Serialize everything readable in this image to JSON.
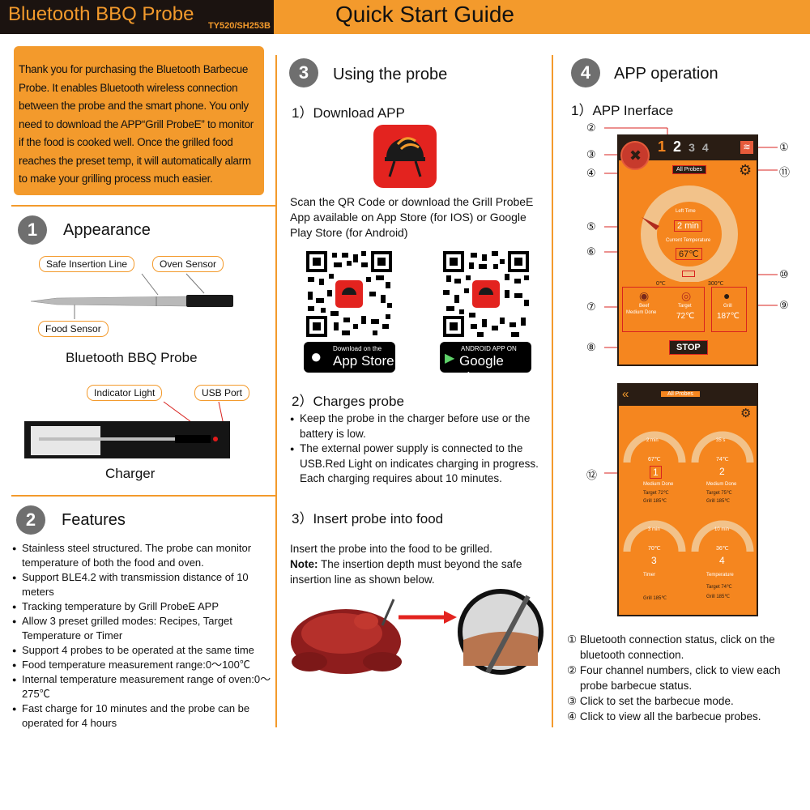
{
  "header": {
    "brand": "Bluetooth BBQ Probe",
    "model": "TY520/SH253B",
    "guide_title": "Quick Start Guide"
  },
  "intro": {
    "lines": [
      "Thank you for purchasing the Bluetooth Barbecue",
      "Probe. It enables Bluetooth wireless connection",
      "between the probe and the smart phone. You only",
      "need to download the APP“Grill ProbeE” to monitor",
      "if the food is cooked well. Once the grilled food",
      "reaches the preset temp, it will automatically alarm",
      "to make your grilling process much easier."
    ]
  },
  "appearance": {
    "num": "1",
    "title": "Appearance",
    "callout_safe": "Safe Insertion Line",
    "callout_oven": "Oven Sensor",
    "callout_food": "Food Sensor",
    "probe_caption": "Bluetooth BBQ Probe",
    "callout_light": "Indicator Light",
    "callout_usb": "USB Port",
    "charger_caption": "Charger"
  },
  "features": {
    "num": "2",
    "title": "Features",
    "items": [
      "Stainless steel structured. The probe can monitor temperature of both the food and oven.",
      "Support BLE4.2 with transmission distance of 10 meters",
      "Tracking temperature by Grill ProbeE APP",
      "Allow 3 preset grilled modes: Recipes, Target Temperature or Timer",
      "Support 4 probes to be operated at the same time",
      "Food temperature measurement range:0～100℃",
      "Internal temperature measurement range of oven:0～275℃",
      "Fast charge for 10 minutes and the probe can be operated for 4 hours"
    ]
  },
  "using": {
    "num": "3",
    "title": "Using the probe",
    "download_title": "1）Download APP",
    "download_text_lines": [
      "Scan the QR Code or download the Grill ProbeE",
      "App available on App Store (for IOS) or Google",
      "Play Store (for Android)"
    ],
    "appstore_small": "Download on the",
    "appstore_big": "App Store",
    "google_small": "ANDROID APP ON",
    "google_big": "Google play",
    "charges_title": "2）Charges probe",
    "charges_items": [
      "Keep the probe in the charger before use or the battery is low.",
      "The external power supply is connected to the USB.Red Light on indicates charging in progress. Each charging requires about 10 minutes."
    ],
    "insert_title": "3）Insert probe into food",
    "insert_line1": "Insert the probe into the food to be grilled.",
    "insert_note_label": "Note:",
    "insert_note_text": " The insertion depth must beyond the safe",
    "insert_line3": "insertion line as shown below."
  },
  "app": {
    "num": "4",
    "title": "APP  operation",
    "interface_title": "1）APP Inerface",
    "screen1": {
      "channels": [
        "1",
        "2",
        "3",
        "4"
      ],
      "all_probes": "All Probes",
      "left_time_label": "Left Time",
      "left_time_value": "2 min",
      "current_temp_label": "Current Temperature",
      "current_temp_value": "67℃",
      "scale_min": "0℃",
      "scale_max": "300℃",
      "beef_label": "Beef",
      "beef_sub": "Medium Done",
      "target_label": "Target",
      "target_value": "72℃",
      "grill_label": "Grill",
      "grill_value": "187℃",
      "stop_label": "STOP"
    },
    "screen2": {
      "header_label": "All Probes",
      "cards": [
        {
          "time": "2 min",
          "temp": "67℃",
          "num": "1",
          "mode": "Medium Done",
          "target": "Target 72℃",
          "grill": "Grill 185℃"
        },
        {
          "time": "35 s",
          "temp": "74℃",
          "num": "2",
          "mode": "Medium Done",
          "target": "Target 75℃",
          "grill": "Grill 185℃"
        },
        {
          "time": "3 min",
          "temp": "70℃",
          "num": "3",
          "mode": "Timer",
          "target": "",
          "grill": "Grill 185℃"
        },
        {
          "time": "10 min",
          "temp": "36℃",
          "num": "4",
          "mode": "Temperature",
          "target": "Target 74℃",
          "grill": "Grill 185℃"
        }
      ]
    },
    "markers": [
      "①",
      "②",
      "③",
      "④",
      "⑤",
      "⑥",
      "⑦",
      "⑧",
      "⑨",
      "⑩",
      "⑪",
      "⑫"
    ],
    "notes": [
      "① Bluetooth connection status, click on the bluetooth connection.",
      "② Four channel numbers, click to view each probe barbecue status.",
      "③ Click to set the barbecue mode.",
      "④ Click to view all the barbecue probes."
    ]
  },
  "colors": {
    "accent": "#f39a2c",
    "app_orange": "#f5861f",
    "dark": "#1b1310",
    "red": "#d8231f"
  }
}
